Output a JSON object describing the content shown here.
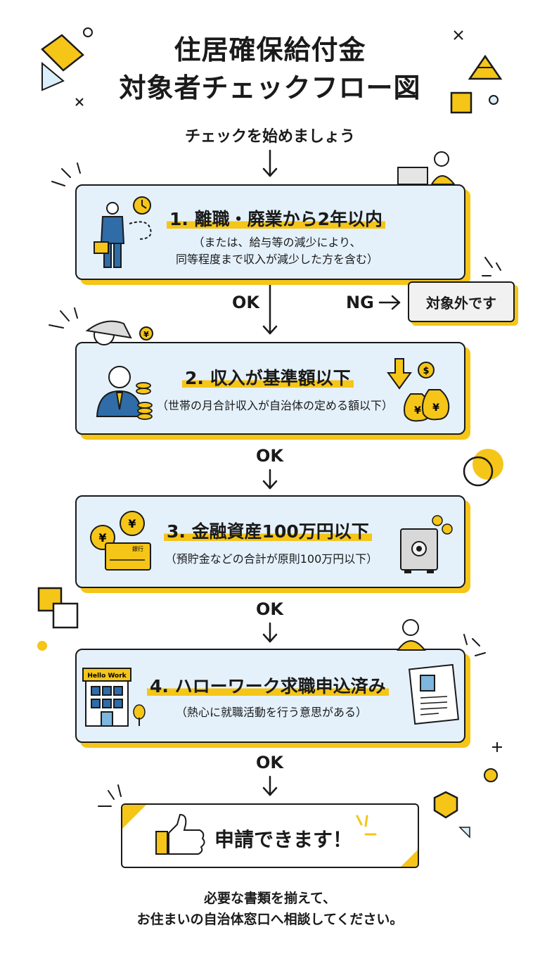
{
  "title": {
    "line1": "住居確保給付金",
    "line2": "対象者チェックフロー図"
  },
  "start_label": "チェックを始めましょう",
  "steps": [
    {
      "title": "1. 離職・廃業から2年以内",
      "sub_line1": "（または、給与等の減少により、",
      "sub_line2": "同等程度まで収入が減少した方を含む）"
    },
    {
      "title": "2. 収入が基準額以下",
      "sub_line1": "（世帯の月合計収入が自治体の定める額以下）"
    },
    {
      "title": "3. 金融資産100万円以下",
      "sub_line1": "（預貯金などの合計が原則100万円以下）"
    },
    {
      "title": "4. ハローワーク求職申込済み",
      "sub_line1": "（熱心に就職活動を行う意思がある）"
    }
  ],
  "ok_label": "OK",
  "ng_label": "NG",
  "ng_result": "対象外です",
  "final_result": "申請できます！",
  "illustration_text": {
    "building_sign": "Hello Work",
    "passbook_stamp": "銀行",
    "yen": "¥",
    "dollar": "$"
  },
  "footer": {
    "line1": "必要な書類を揃えて、",
    "line2": "お住まいの自治体窓口へ相談してください。"
  },
  "colors": {
    "accent": "#f5c518",
    "card_bg": "#e4f1fb",
    "ink": "#1a1a1a",
    "suit_blue": "#2f6ca8"
  },
  "icons": [
    "hourglass-icon",
    "clock-icon",
    "briefcase-icon",
    "coin-stack-icon",
    "money-bag-icon",
    "down-arrow-icon",
    "yen-coin-icon",
    "passbook-icon",
    "safe-icon",
    "building-icon",
    "resume-icon",
    "thumbs-up-icon",
    "laptop-icon"
  ]
}
